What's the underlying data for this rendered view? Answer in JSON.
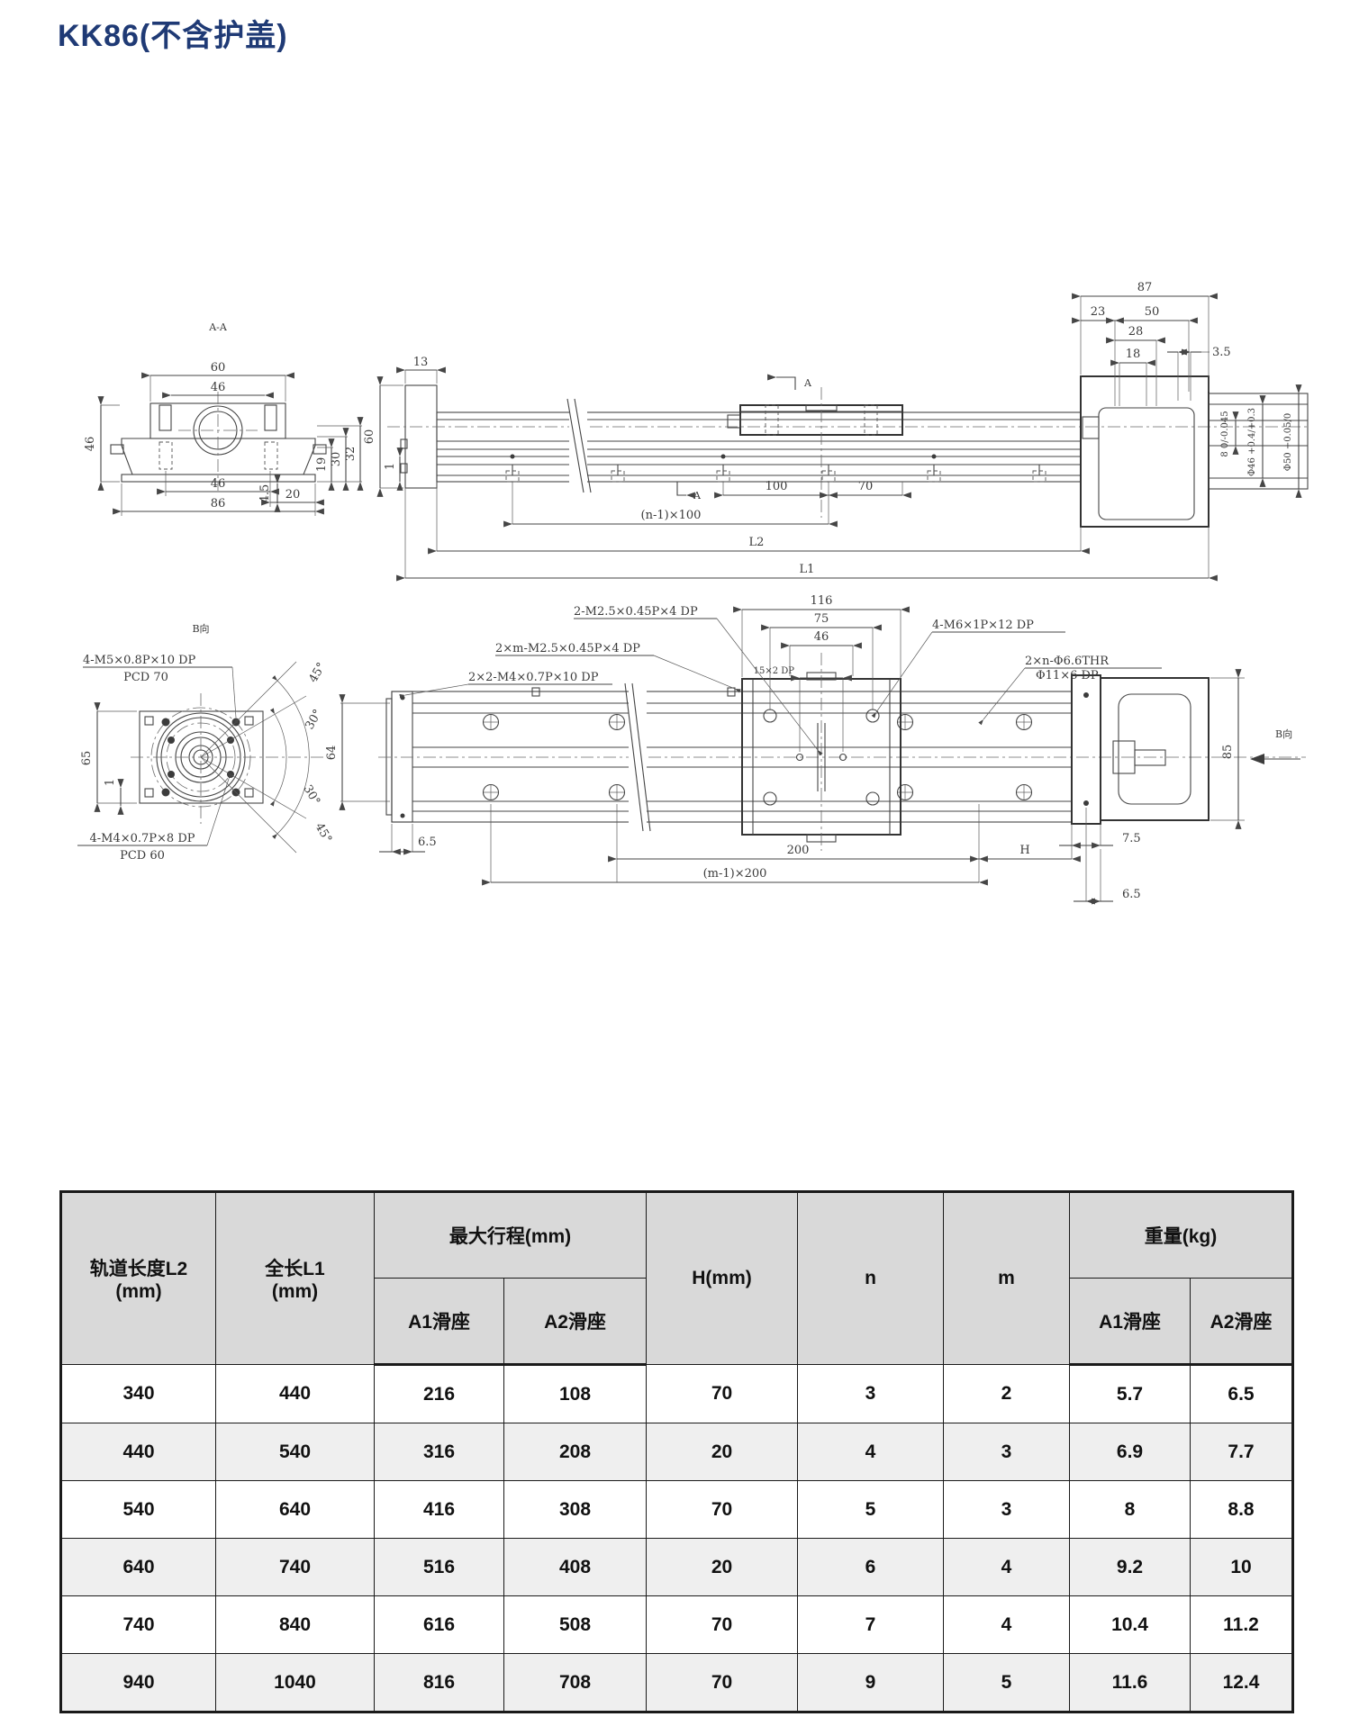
{
  "page": {
    "title": "KK86(不含护盖)"
  },
  "colors": {
    "title_text": "#1f3a75",
    "table_header_bg": "#d9d9d9",
    "table_row_alt": "#efefef",
    "table_border": "#1a1a1a",
    "drawing_line": "#454545"
  },
  "drawing": {
    "aa_view": {
      "label": "A-A",
      "dim_top_width": "60",
      "dim_bolt_spacing": "46",
      "dim_height": "46",
      "dim_19": "19",
      "dim_30": "30",
      "dim_32": "32",
      "dim_rail_width": "46",
      "dim_20": "20",
      "dim_base_width": "86",
      "dim_4_5": "4.5"
    },
    "side_view": {
      "dim_13": "13",
      "dim_60": "60",
      "dim_1": "1",
      "section_mark": "A",
      "dim_100": "100",
      "dim_70": "70",
      "dim_pitch_n": "(n-1)×100",
      "dim_l2": "L2",
      "dim_l1": "L1"
    },
    "motor_end": {
      "dim_87": "87",
      "dim_23": "23",
      "dim_50": "50",
      "dim_28": "28",
      "dim_18": "18",
      "dim_3_5": "3.5",
      "dim_shaft": "8 0/-0.045",
      "dim_d46": "Φ46 +0.4/+0.3",
      "dim_d50": "Φ50 +0.05/0"
    },
    "flange_view": {
      "label": "B向",
      "tap_label": "4-M5×0.8P×10 DP",
      "tap_pcd": "PCD 70",
      "dim_65": "65",
      "dim_1": "1",
      "tap_label2": "4-M4×0.7P×8 DP",
      "tap_pcd2": "PCD 60",
      "angle_45_top": "45°",
      "angle_30_top": "30°",
      "angle_30_bot": "30°",
      "angle_45_bot": "45°"
    },
    "plan_view": {
      "tap_m25": "2-M2.5×0.45P×4 DP",
      "tap_m25m": "2×m-M2.5×0.45P×4 DP",
      "tap_m4": "2×2-M4×0.7P×10 DP",
      "dim_116": "116",
      "dim_75": "75",
      "dim_46": "46",
      "dim_15": "15×2 DP",
      "tap_m6": "4-M6×1P×12 DP",
      "thr_line1": "2×n-Φ6.6THR",
      "thr_line2": "Φ11×6 DP",
      "dim_64": "64",
      "dim_6_5_left": "6.5",
      "dim_200": "200",
      "dim_pitch_m": "(m-1)×200",
      "dim_h": "H",
      "dim_7_5": "7.5",
      "dim_6_5_right": "6.5",
      "dim_85": "85",
      "view_label": "B向"
    }
  },
  "table": {
    "col_l2": "轨道长度L2\n(mm)",
    "col_l1": "全长L1\n(mm)",
    "grp_stroke": "最大行程(mm)",
    "col_a1": "A1滑座",
    "col_a2": "A2滑座",
    "col_h": "H(mm)",
    "col_n": "n",
    "col_m": "m",
    "grp_weight": "重量(kg)",
    "col_wa1": "A1滑座",
    "col_wa2": "A2滑座",
    "rows": [
      [
        "340",
        "440",
        "216",
        "108",
        "70",
        "3",
        "2",
        "5.7",
        "6.5"
      ],
      [
        "440",
        "540",
        "316",
        "208",
        "20",
        "4",
        "3",
        "6.9",
        "7.7"
      ],
      [
        "540",
        "640",
        "416",
        "308",
        "70",
        "5",
        "3",
        "8",
        "8.8"
      ],
      [
        "640",
        "740",
        "516",
        "408",
        "20",
        "6",
        "4",
        "9.2",
        "10"
      ],
      [
        "740",
        "840",
        "616",
        "508",
        "70",
        "7",
        "4",
        "10.4",
        "11.2"
      ],
      [
        "940",
        "1040",
        "816",
        "708",
        "70",
        "9",
        "5",
        "11.6",
        "12.4"
      ]
    ]
  }
}
